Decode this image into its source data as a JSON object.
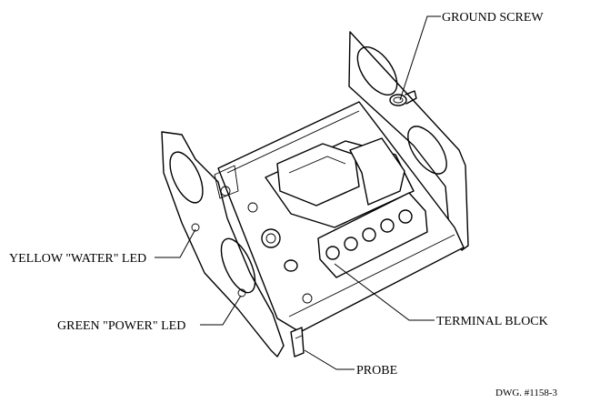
{
  "callouts": {
    "ground_screw": "GROUND SCREW",
    "yellow_led": "YELLOW \"WATER\" LED",
    "green_led": "GREEN \"POWER\" LED",
    "terminal_block": "TERMINAL BLOCK",
    "probe": "PROBE"
  },
  "drawing_number": "DWG. #1158-3"
}
